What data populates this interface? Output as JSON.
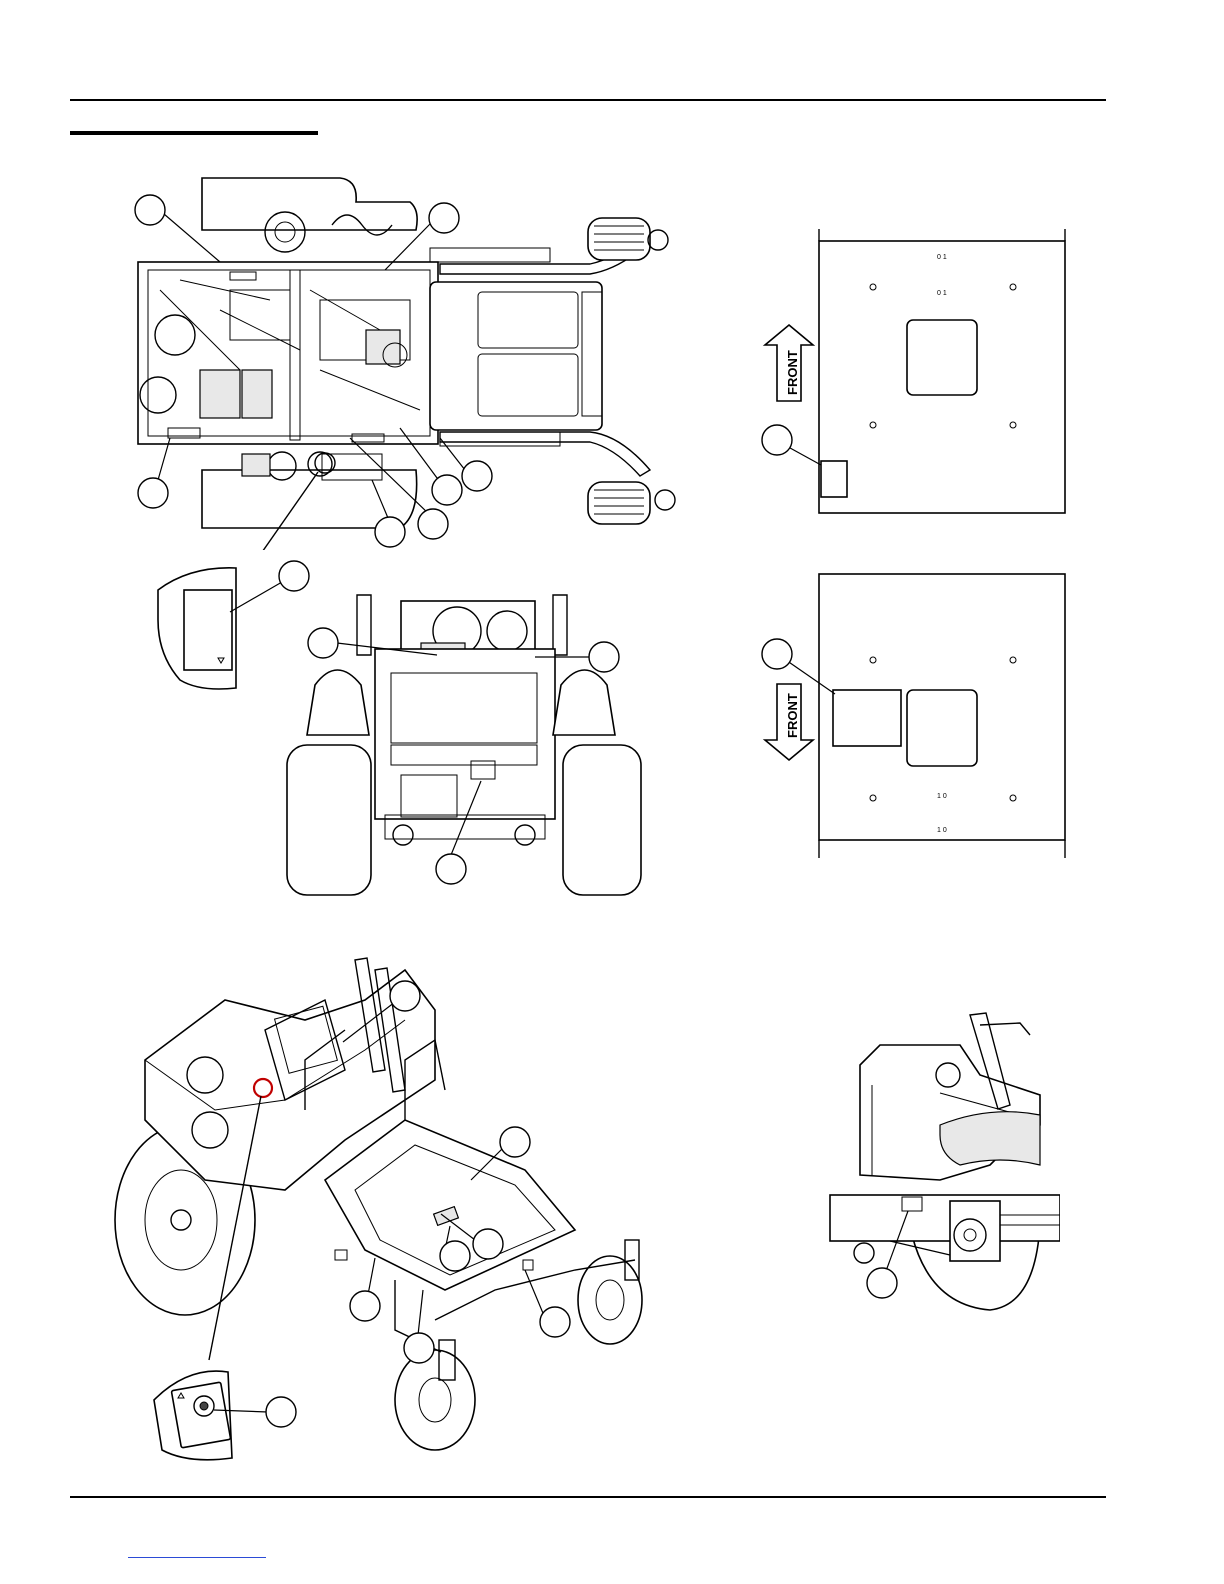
{
  "page": {
    "decal_panels": {
      "top_panel_arrow": "FRONT",
      "bottom_panel_arrow": "FRONT",
      "top_panel_marks": [
        "0 1",
        "0 1"
      ],
      "bottom_panel_marks": [
        "1 0",
        "1 0"
      ]
    }
  },
  "colors": {
    "ink": "#000000",
    "paper": "#ffffff",
    "footer_link": "#2b4bd6"
  }
}
